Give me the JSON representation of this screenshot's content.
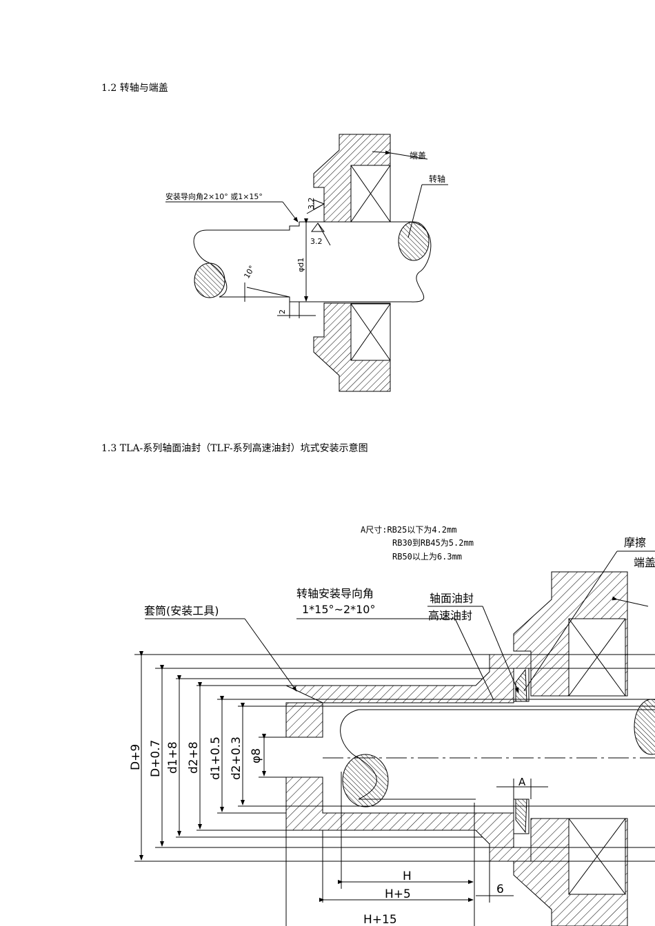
{
  "section_1_2": {
    "heading": "1.2  转轴与端盖",
    "labels": {
      "end_cover": "端盖",
      "shaft": "转轴",
      "chamfer_note": "安装导向角2×10° 或1×15°",
      "roughness_1": "3.2",
      "roughness_2": "3.2",
      "diameter": "φd1",
      "angle": "10°",
      "length": "2"
    }
  },
  "section_1_3": {
    "heading": "1.3 TLA-系列轴面油封（TLF-系列高速油封）坑式安装示意图",
    "a_size": {
      "line1": "A尺寸:RB25以下为4.2mm",
      "line2": "RB30到RB45为5.2mm",
      "line3": "RB50以上为6.3mm"
    },
    "labels": {
      "friction_partial": "摩擦",
      "end_cover": "端盖",
      "sleeve": "套筒(安装工具)",
      "shaft_chamfer": "转轴安装导向角",
      "chamfer_values": "1*15°~2*10°",
      "axial_seal": "轴面油封",
      "high_speed_seal": "高速油封"
    },
    "dimensions": {
      "D9": "D+9",
      "D07": "D+0.7",
      "d1_8": "d1+8",
      "d2_8": "d2+8",
      "d1_05": "d1+0.5",
      "d2_03": "d2+0.3",
      "phi8": "φ8",
      "A": "A",
      "H": "H",
      "H5": "H+5",
      "H15": "H+15",
      "six": "6"
    }
  }
}
